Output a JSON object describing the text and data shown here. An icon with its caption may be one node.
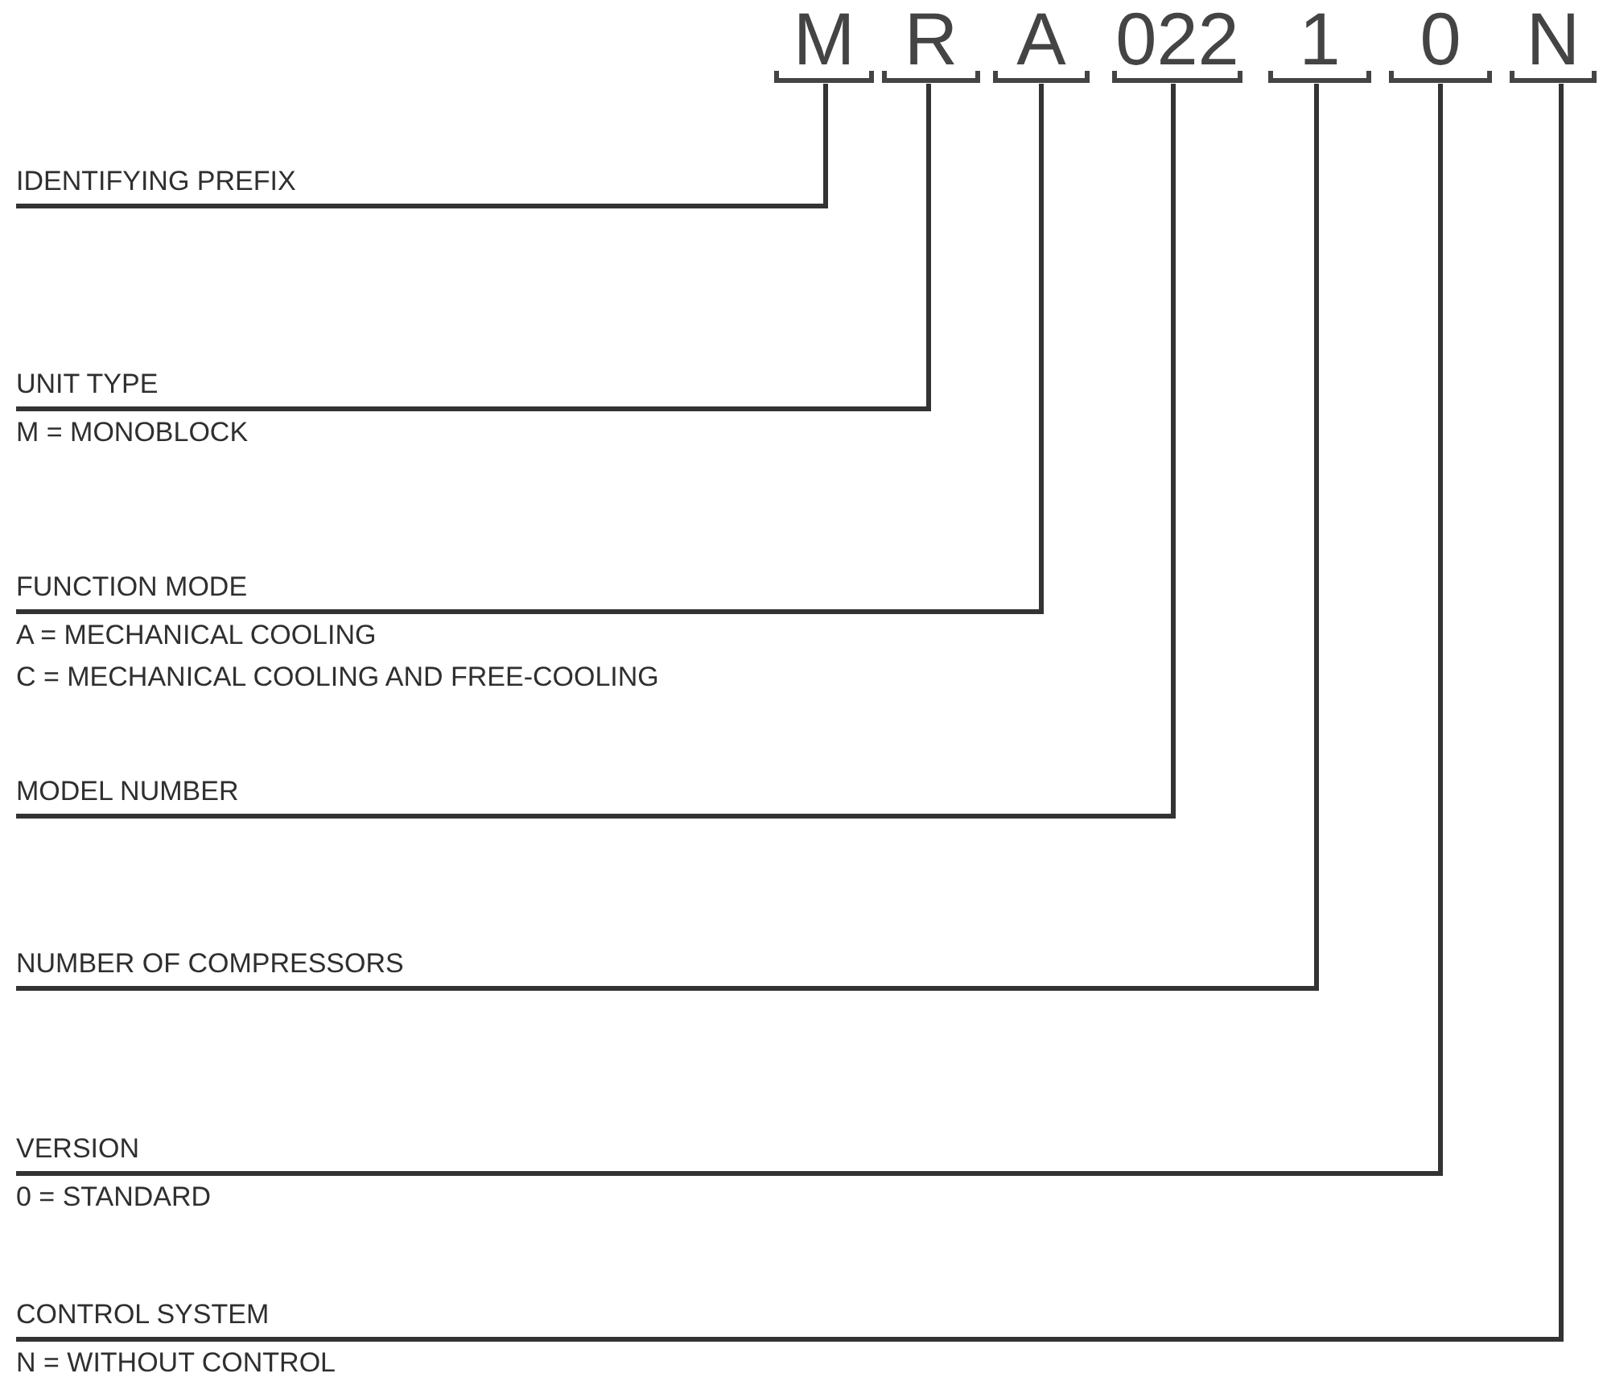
{
  "diagram": {
    "nodes": [
      {
        "text": [
          "M"
        ]
      },
      {
        "text": [
          "R"
        ]
      },
      {
        "text": [
          "A"
        ]
      },
      {
        "text": [
          "022"
        ]
      },
      {
        "text": [
          "1"
        ]
      },
      {
        "text": [
          "0"
        ]
      },
      {
        "text": [
          "N"
        ]
      },
      {
        "text": [
          "IDENTIFYING PREFIX"
        ]
      },
      {
        "text": [
          "UNIT TYPE",
          "M = MONOBLOCK"
        ]
      },
      {
        "text": [
          "FUNCTION MODE",
          "A = MECHANICAL COOLING",
          "C = MECHANICAL COOLING AND FREE-COOLING"
        ]
      },
      {
        "text": [
          "MODEL NUMBER"
        ]
      },
      {
        "text": [
          "NUMBER OF COMPRESSORS"
        ]
      },
      {
        "text": [
          "VERSION",
          "0 = STANDARD"
        ]
      },
      {
        "text": [
          "CONTROL SYSTEM",
          "N = WITHOUT CONTROL"
        ]
      }
    ],
    "edges": [
      {
        "from": 0,
        "to": 7,
        "arrow": "none"
      },
      {
        "from": 1,
        "to": 8,
        "arrow": "none"
      },
      {
        "from": 2,
        "to": 9,
        "arrow": "none"
      },
      {
        "from": 3,
        "to": 10,
        "arrow": "none"
      },
      {
        "from": 4,
        "to": 11,
        "arrow": "none"
      },
      {
        "from": 5,
        "to": 12,
        "arrow": "none"
      },
      {
        "from": 6,
        "to": 13,
        "arrow": "none"
      }
    ]
  }
}
